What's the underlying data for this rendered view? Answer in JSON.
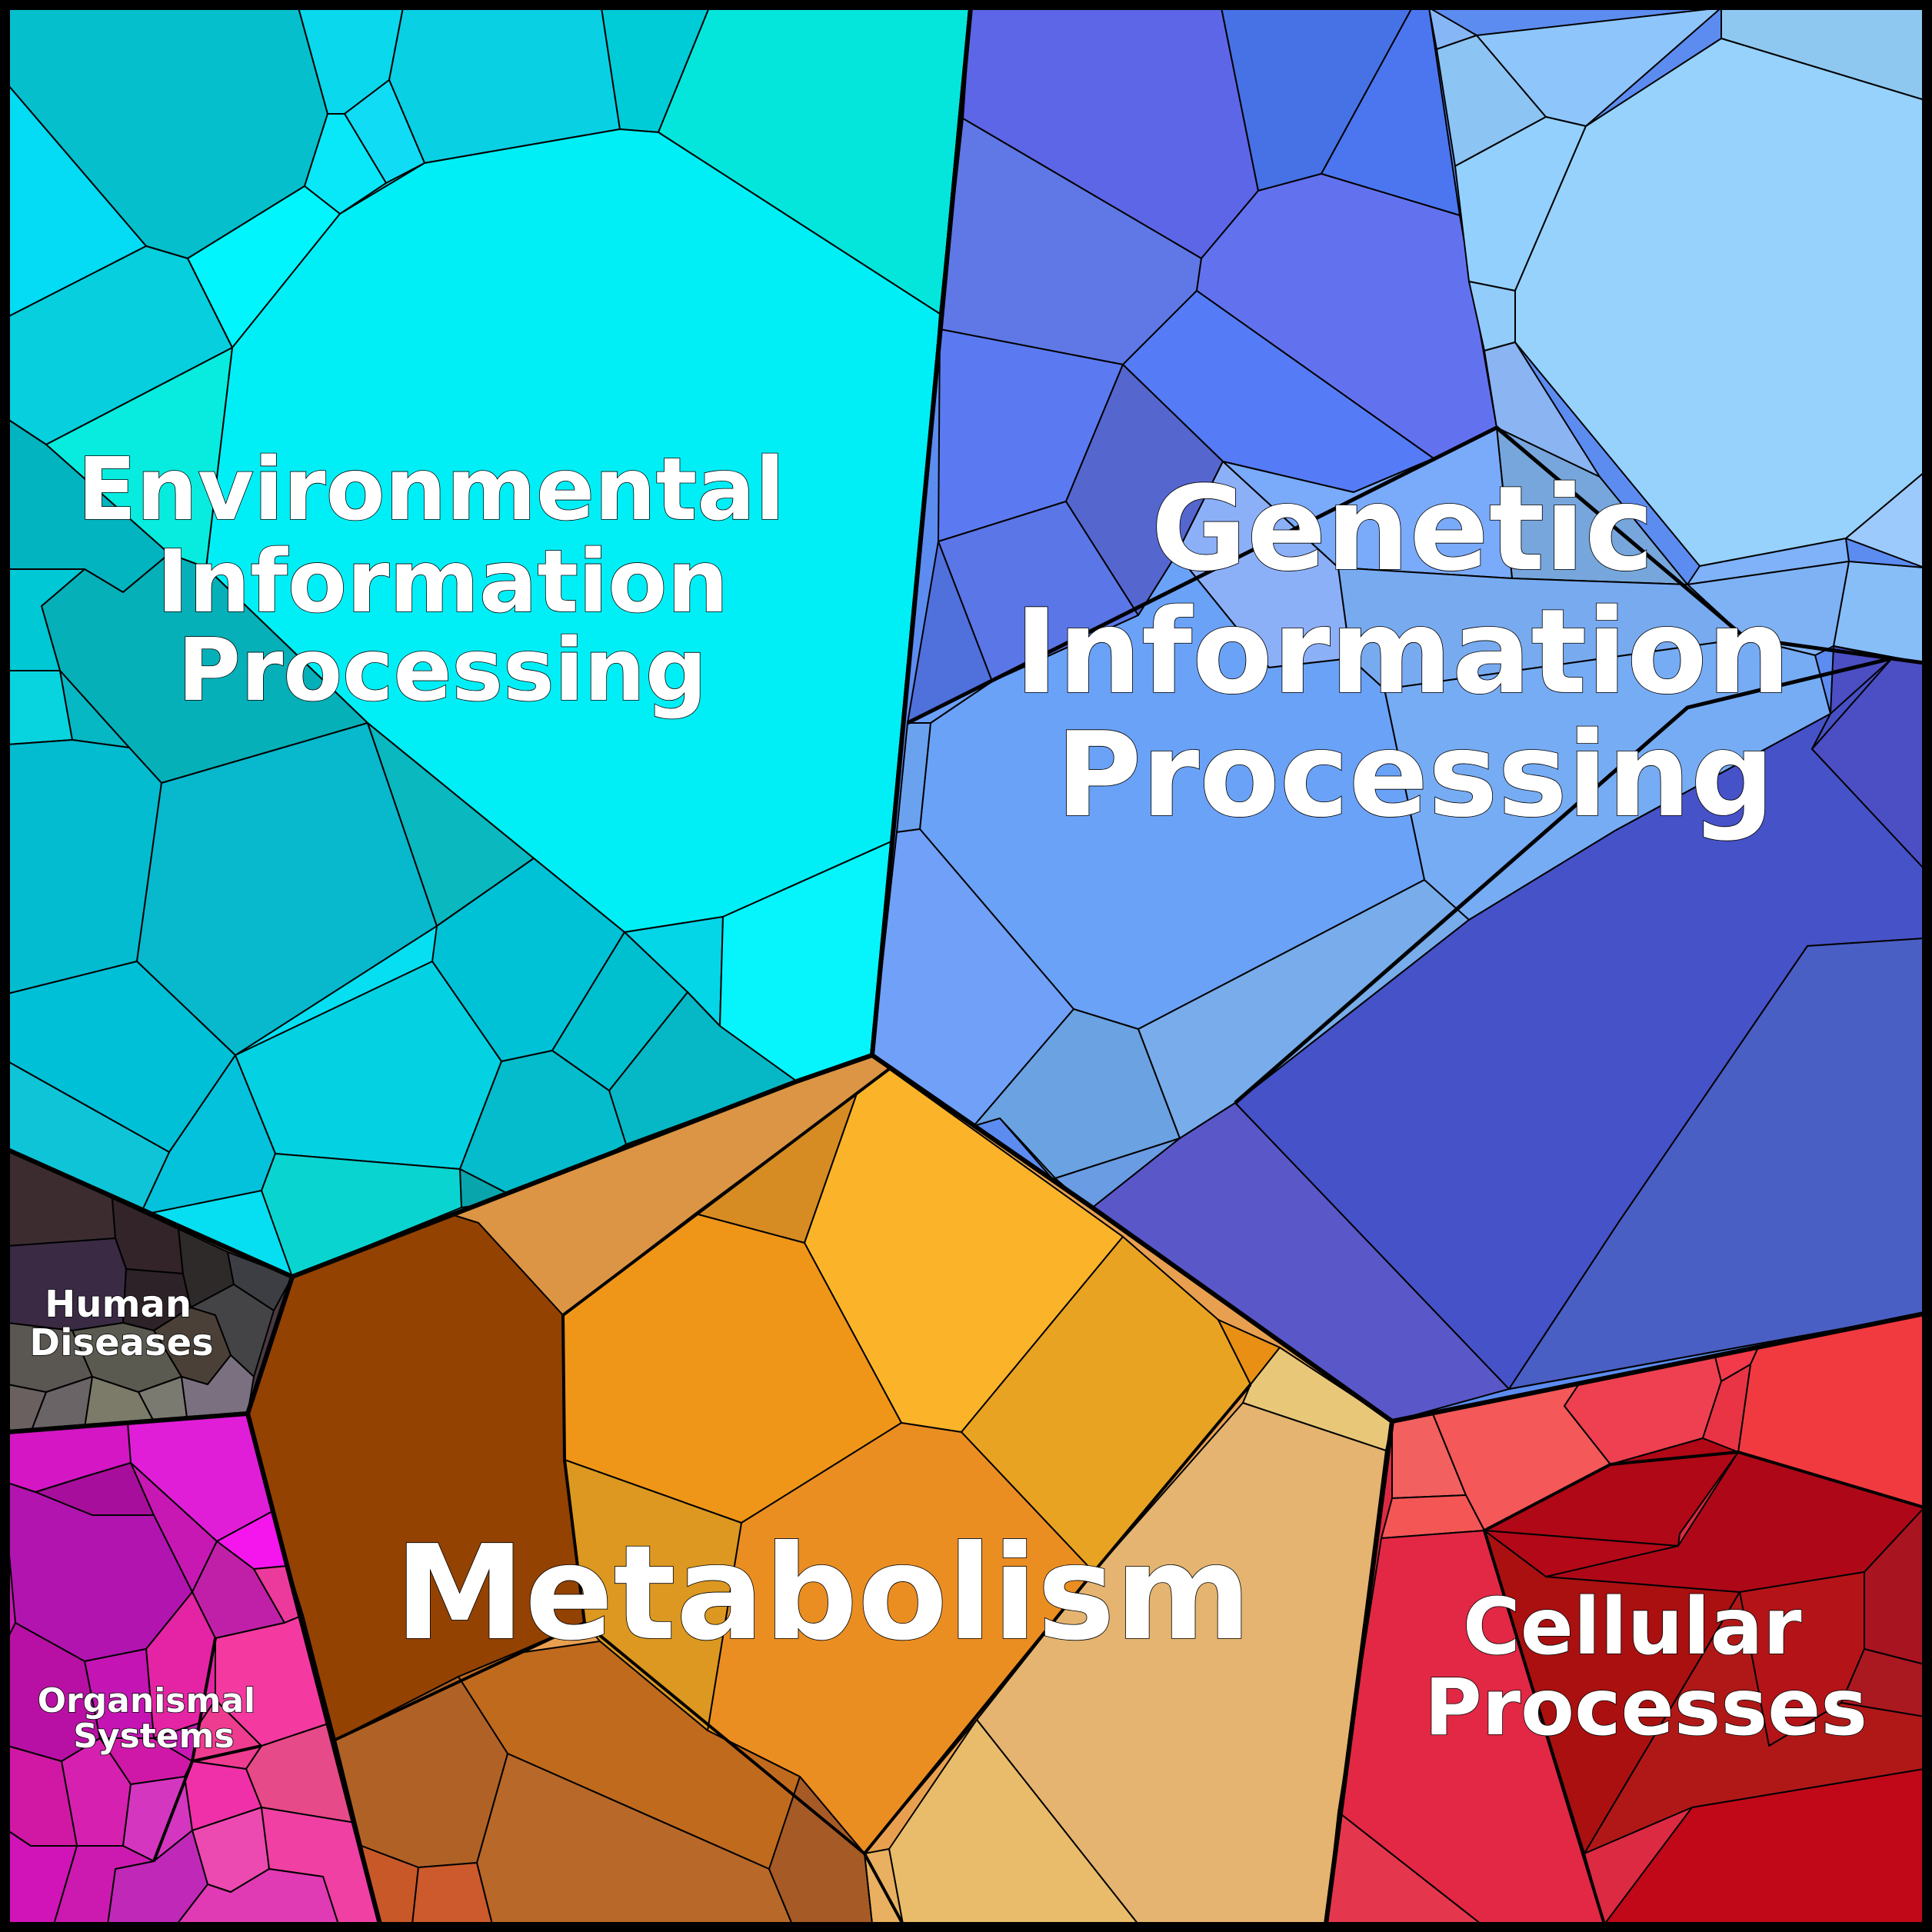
{
  "title": "",
  "regions": [
    {
      "id": "environmental",
      "label_lines": [
        "Environmental",
        "Information",
        "Processing"
      ],
      "color": "#06e6f0"
    },
    {
      "id": "genetic",
      "label_lines": [
        "Genetic",
        "Information",
        "Processing"
      ],
      "color": "#5a8cf5"
    },
    {
      "id": "metabolism",
      "label_lines": [
        "Metabolism"
      ],
      "color": "#ef9a1a"
    },
    {
      "id": "cellular",
      "label_lines": [
        "Cellular",
        "Processes"
      ],
      "color": "#d8283a"
    },
    {
      "id": "human-diseases",
      "label_lines": [
        "Human",
        "Diseases"
      ],
      "color": "#4a3a3e"
    },
    {
      "id": "organismal",
      "label_lines": [
        "Organismal",
        "Systems"
      ],
      "color": "#d21ec8"
    }
  ],
  "palette": {
    "background": "#000000",
    "border": "#000000",
    "label_fill": "#ffffff"
  }
}
